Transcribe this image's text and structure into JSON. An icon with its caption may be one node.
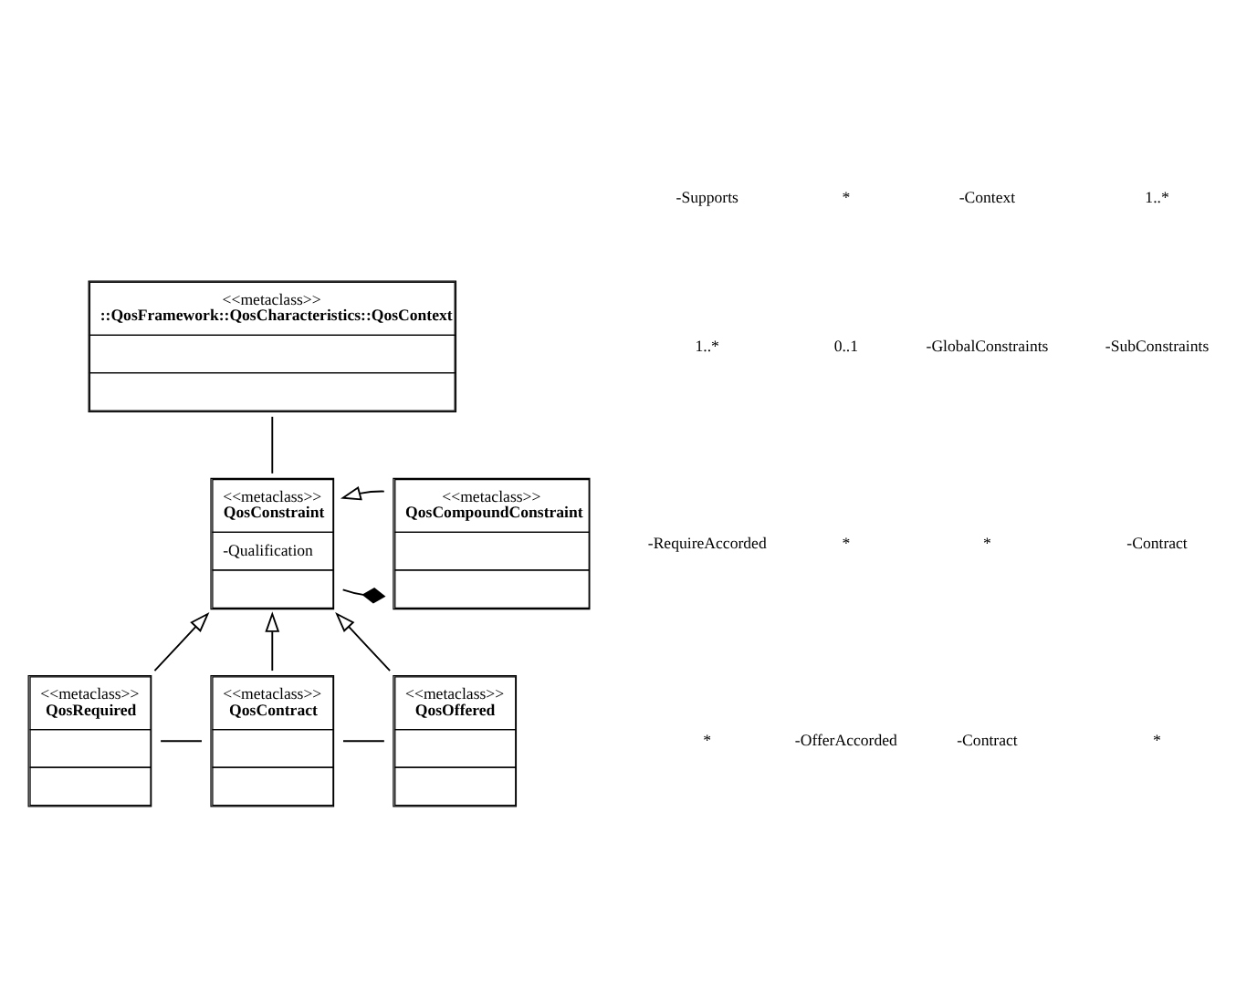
{
  "diagram": {
    "nodes": [
      {
        "text": [
          "<<metaclass>>",
          "::QosFramework::QosCharacteristics::QosContext"
        ]
      },
      {
        "text": [
          "<<metaclass>>",
          "QosConstraint",
          "-Qualification"
        ]
      },
      {
        "text": [
          "<<metaclass>>",
          "QosCompoundConstraint"
        ]
      },
      {
        "text": [
          "<<metaclass>>",
          "QosRequired"
        ]
      },
      {
        "text": [
          "<<metaclass>>",
          "QosContract"
        ]
      },
      {
        "text": [
          "<<metaclass>>",
          "QosOffered"
        ]
      }
    ],
    "edges": [
      {
        "from": 1,
        "to": 0,
        "arrow": "none"
      },
      {
        "from": 2,
        "to": 1,
        "arrow": "to"
      },
      {
        "from": 1,
        "to": 2,
        "arrow": "other"
      },
      {
        "from": 3,
        "to": 1,
        "arrow": "to"
      },
      {
        "from": 4,
        "to": 1,
        "arrow": "to"
      },
      {
        "from": 5,
        "to": 1,
        "arrow": "to"
      },
      {
        "from": 3,
        "to": 4,
        "arrow": "none"
      },
      {
        "from": 4,
        "to": 5,
        "arrow": "none"
      }
    ],
    "labels": [
      "-Supports",
      "*",
      "-Context",
      "1..*",
      "1..*",
      "0..1",
      "-GlobalConstraints",
      "-SubConstraints",
      "-RequireAccorded",
      "*",
      "*",
      "-Contract",
      "*",
      "-OfferAccorded",
      "-Contract",
      "*"
    ]
  }
}
